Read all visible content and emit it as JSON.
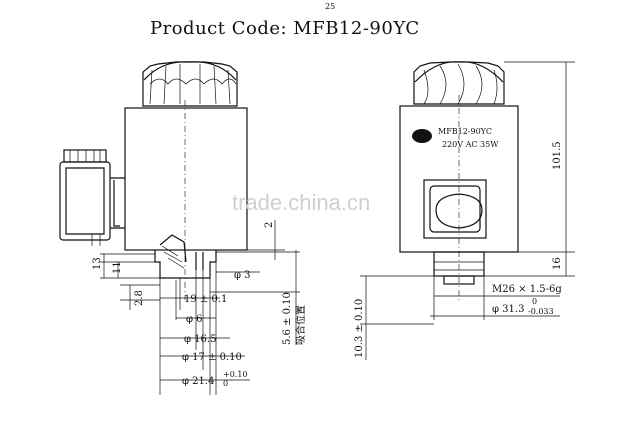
{
  "title": "Product Code: MFB12-90YC",
  "page_number": "25",
  "watermark": "trade.china.cn",
  "label": {
    "model": "MFB12-90YC",
    "rating": "220V AC 35W"
  },
  "left_view": {
    "dim_13": "13",
    "dim_11": "11",
    "dim_2_8": "2.8",
    "dim_phi3": "φ 3",
    "dim_19": "19 ± 0.1",
    "dim_phi6": "φ 6",
    "dim_phi16_5": "φ 16.5",
    "dim_phi17": "φ 17 ± 0.10",
    "dim_phi21_4": "φ 21.4",
    "dim_phi21_4_tol_upper": "+0.10",
    "dim_phi21_4_tol_lower": "0",
    "dim_2": "2",
    "dim_5_6": "5.6 ± 0.10",
    "note_cn": "吸合位置"
  },
  "right_view": {
    "dim_101_5": "101.5",
    "dim_16": "16",
    "dim_10_3": "10.3 ± 0.10",
    "dim_m26": "M26 × 1.5-6g",
    "dim_phi31_3": "φ 31.3",
    "dim_phi31_3_tol_upper": "0",
    "dim_phi31_3_tol_lower": "-0.033"
  }
}
